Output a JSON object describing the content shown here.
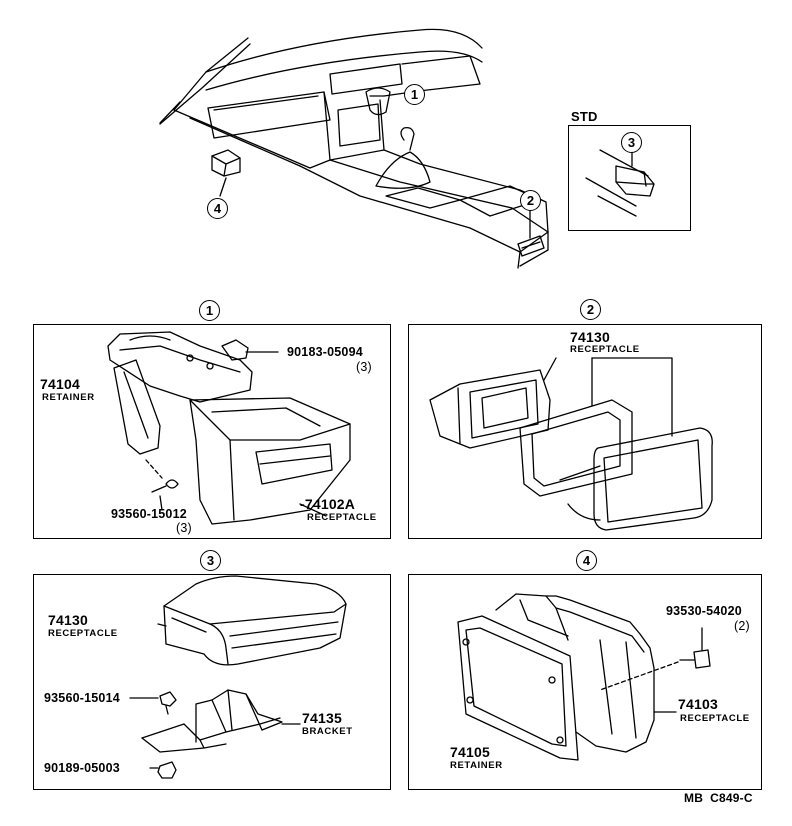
{
  "overview": {
    "callout_1": "1",
    "callout_2": "2",
    "callout_3": "3",
    "callout_4": "4",
    "std_label": "STD"
  },
  "panels": {
    "p1": {
      "number": "1",
      "retainer_part": "74104",
      "retainer_name": "RETAINER",
      "screw_part": "90183-05094",
      "screw_qty": "(3)",
      "bolt_part": "93560-15012",
      "bolt_qty": "(3)",
      "receptacle_part": "-74102A",
      "receptacle_name": "RECEPTACLE"
    },
    "p2": {
      "number": "2",
      "receptacle_part": "74130",
      "receptacle_name": "RECEPTACLE"
    },
    "p3": {
      "number": "3",
      "receptacle_part": "74130",
      "receptacle_name": "RECEPTACLE",
      "screw_part": "93560-15014",
      "bracket_part": "74135",
      "bracket_name": "BRACKET",
      "clip_part": "90189-05003"
    },
    "p4": {
      "number": "4",
      "screw_part": "93530-54020",
      "screw_qty": "(2)",
      "receptacle_part": "74103",
      "receptacle_name": "RECEPTACLE",
      "retainer_part": "74105",
      "retainer_name": "RETAINER"
    }
  },
  "footer": {
    "code": "MB  C849-C"
  }
}
